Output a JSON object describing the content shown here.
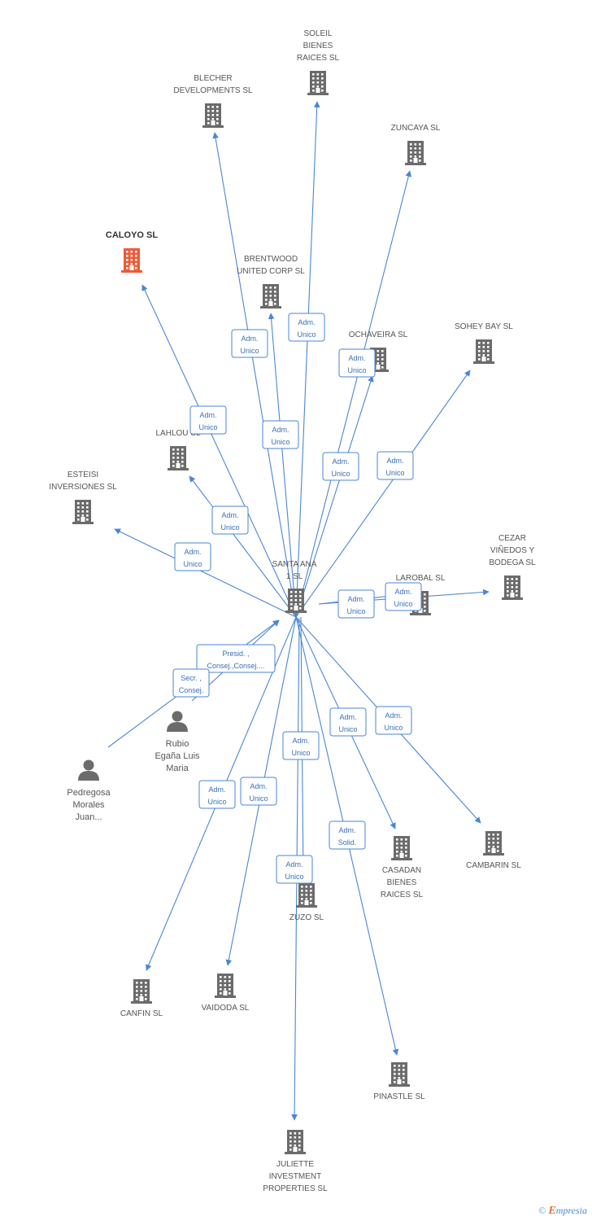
{
  "colors": {
    "edge": "#4a86d6",
    "building": "#6b6b6b",
    "highlight": "#ef5a36",
    "person": "#6b6b6b"
  },
  "center": {
    "id": "santa",
    "label": [
      "SANTA ANA",
      "1 SL"
    ]
  },
  "companies": [
    {
      "id": "soleil",
      "label": [
        "SOLEIL",
        "BIENES",
        "RAICES SL"
      ]
    },
    {
      "id": "blecher",
      "label": [
        "BLECHER",
        "DEVELOPMENTS SL"
      ]
    },
    {
      "id": "zuncaya",
      "label": [
        "ZUNCAYA SL"
      ]
    },
    {
      "id": "caloyo",
      "label": [
        "CALOYO SL"
      ],
      "highlight": true
    },
    {
      "id": "brentwood",
      "label": [
        "BRENTWOOD",
        "UNITED CORP SL"
      ]
    },
    {
      "id": "ochaveira",
      "label": [
        "OCHAVEIRA SL"
      ]
    },
    {
      "id": "sohey",
      "label": [
        "SOHEY BAY SL"
      ]
    },
    {
      "id": "lahlou",
      "label": [
        "LAHLOU SL"
      ]
    },
    {
      "id": "esteisi",
      "label": [
        "ESTEISI",
        "INVERSIONES SL"
      ]
    },
    {
      "id": "cezar",
      "label": [
        "CEZAR",
        "VIÑEDOS Y",
        "BODEGA SL"
      ]
    },
    {
      "id": "larobal",
      "label": [
        "LAROBAL SL"
      ]
    },
    {
      "id": "cambarin",
      "label": [
        "CAMBARIN SL"
      ]
    },
    {
      "id": "casadan",
      "label": [
        "CASADAN",
        "BIENES",
        "RAICES SL"
      ]
    },
    {
      "id": "zuzo",
      "label": [
        "ZUZO SL"
      ]
    },
    {
      "id": "canfin",
      "label": [
        "CANFIN SL"
      ]
    },
    {
      "id": "vaidoda",
      "label": [
        "VAIDODA SL"
      ]
    },
    {
      "id": "pinastle",
      "label": [
        "PINASTLE SL"
      ]
    },
    {
      "id": "juliette",
      "label": [
        "JULIETTE",
        "INVESTMENT",
        "PROPERTIES SL"
      ]
    }
  ],
  "people": [
    {
      "id": "rubio",
      "label": [
        "Rubio",
        "Egaña Luis",
        "Maria"
      ]
    },
    {
      "id": "pedregosa",
      "label": [
        "Pedregosa",
        "Morales",
        "Juan..."
      ]
    }
  ],
  "relations": [
    {
      "from": "santa",
      "to": "soleil",
      "role": [
        "Adm.",
        "Unico"
      ]
    },
    {
      "from": "santa",
      "to": "blecher",
      "role": [
        "Adm.",
        "Unico"
      ]
    },
    {
      "from": "santa",
      "to": "zuncaya",
      "role": [
        "Adm.",
        "Unico"
      ]
    },
    {
      "from": "santa",
      "to": "caloyo",
      "role": [
        "Adm.",
        "Unico"
      ]
    },
    {
      "from": "santa",
      "to": "brentwood",
      "role": [
        "Adm.",
        "Unico"
      ]
    },
    {
      "from": "santa",
      "to": "ochaveira",
      "role": [
        "Adm.",
        "Unico"
      ]
    },
    {
      "from": "santa",
      "to": "sohey",
      "role": [
        "Adm.",
        "Unico"
      ]
    },
    {
      "from": "santa",
      "to": "lahlou",
      "role": [
        "Adm.",
        "Unico"
      ]
    },
    {
      "from": "santa",
      "to": "esteisi",
      "role": [
        "Adm.",
        "Unico"
      ]
    },
    {
      "from": "santa",
      "to": "cezar",
      "role": [
        "Adm.",
        "Unico"
      ]
    },
    {
      "from": "santa",
      "to": "larobal",
      "role": [
        "Adm.",
        "Unico"
      ]
    },
    {
      "from": "santa",
      "to": "cambarin",
      "role": [
        "Adm.",
        "Unico"
      ]
    },
    {
      "from": "santa",
      "to": "casadan",
      "role": [
        "Adm.",
        "Unico"
      ]
    },
    {
      "from": "santa",
      "to": "zuzo",
      "role": [
        "Adm.",
        "Unico"
      ]
    },
    {
      "from": "santa",
      "to": "canfin",
      "role": [
        "Adm.",
        "Unico"
      ]
    },
    {
      "from": "santa",
      "to": "vaidoda",
      "role": [
        "Adm.",
        "Unico"
      ]
    },
    {
      "from": "santa",
      "to": "pinastle",
      "role": [
        "Adm.",
        "Solid."
      ]
    },
    {
      "from": "santa",
      "to": "juliette",
      "role": [
        "Adm.",
        "Unico"
      ]
    },
    {
      "from": "rubio",
      "to": "santa",
      "role": [
        "Presid. ,",
        "Consej.,Consej...."
      ]
    },
    {
      "from": "pedregosa",
      "to": "santa",
      "role": [
        "Secr. ,",
        "Consej."
      ]
    }
  ],
  "footer": {
    "copyright": "©",
    "brand_initial": "E",
    "brand_rest": "mpresia"
  }
}
